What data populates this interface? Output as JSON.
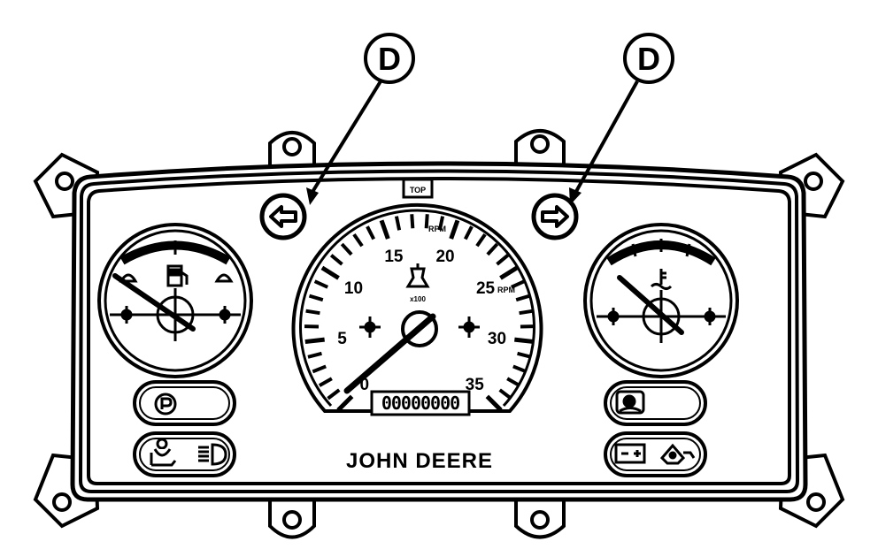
{
  "callouts": [
    {
      "letter": "D"
    },
    {
      "letter": "D"
    }
  ],
  "top_marker": "TOP",
  "brand": "JOHN DEERE",
  "tachometer": {
    "scale_labels": [
      "0",
      "5",
      "10",
      "15",
      "20",
      "25",
      "30",
      "35"
    ],
    "rpm_label_top": "RPM",
    "rpm_label_side": "RPM",
    "multiplier": "x100",
    "odometer": "00000000"
  },
  "icons": [
    "turn-left-icon",
    "turn-right-icon",
    "fuel-icon",
    "coolant-temperature-icon",
    "engine-warning-icon",
    "parking-brake-icon",
    "seat-switch-icon",
    "headlight-icon",
    "air-filter-icon",
    "battery-icon",
    "oil-pressure-icon"
  ]
}
